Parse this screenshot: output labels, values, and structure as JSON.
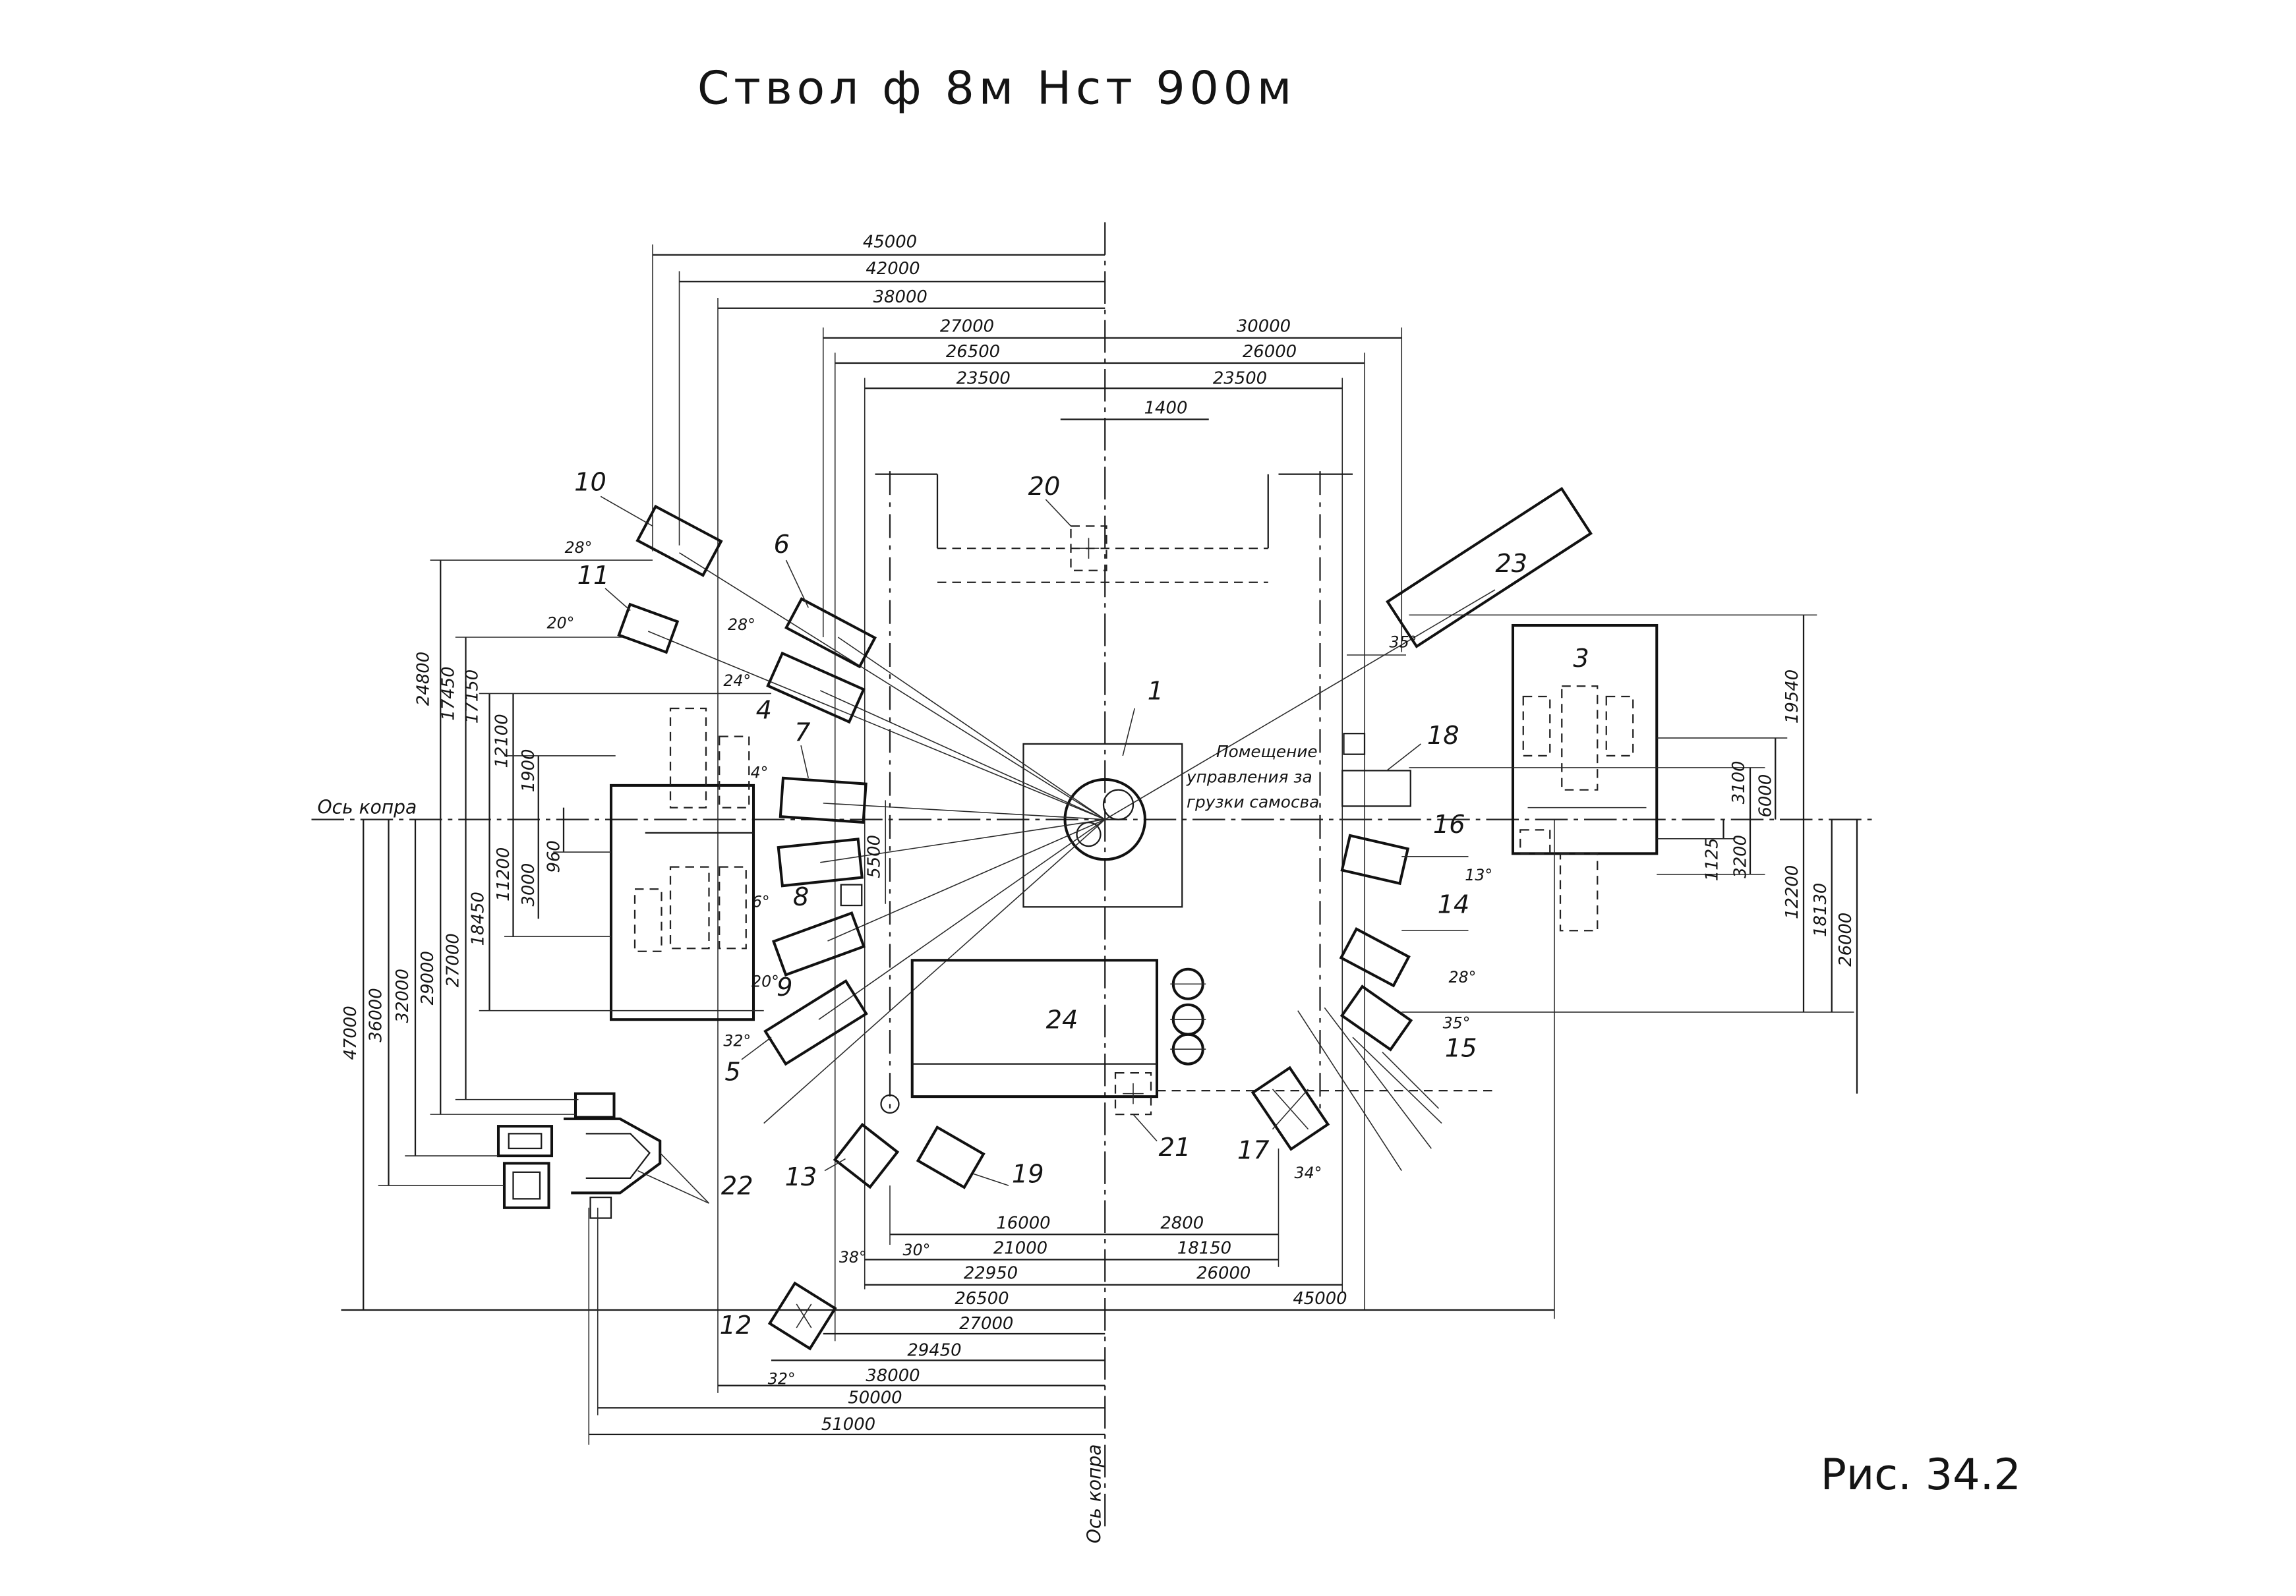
{
  "title": "Ствол ф 8м  Нст 900м",
  "figure_label": "Рис. 34.2",
  "axis_labels": {
    "horizontal": "Ось копра",
    "vertical": "Ось копра"
  },
  "room_label": [
    "Помещение",
    "управления за",
    "грузки самосва"
  ],
  "equipment_labels": {
    "1": "1",
    "3": "3",
    "4": "4",
    "5": "5",
    "6": "6",
    "7": "7",
    "8": "8",
    "9": "9",
    "10": "10",
    "11": "11",
    "12": "12",
    "13": "13",
    "14": "14",
    "15": "15",
    "16": "16",
    "17": "17",
    "18": "18",
    "19": "19",
    "20": "20",
    "21": "21",
    "22": "22",
    "23": "23",
    "24": "24"
  },
  "angles": {
    "b10": "28°",
    "b11": "20°",
    "b6": "28°",
    "b4": "24°",
    "b7": "4°",
    "b8": "6°",
    "b9": "20°",
    "b5": "32°",
    "b23": "35°",
    "b16": "13°",
    "b14": "28°",
    "b15": "35°",
    "b17": "34°",
    "b19": "30°",
    "b13": "38°",
    "b12": "32°"
  },
  "dimensions": {
    "top": [
      "45000",
      "42000",
      "38000",
      "27000",
      "26500",
      "23500",
      "30000",
      "26000",
      "23500",
      "1400"
    ],
    "left": [
      "24800",
      "17450",
      "17150",
      "12100",
      "1900",
      "960",
      "3000",
      "11200",
      "18450",
      "27000",
      "29000",
      "32000",
      "36000",
      "47000"
    ],
    "right": [
      "19540",
      "3100",
      "6000",
      "1125",
      "3200",
      "12200",
      "18130",
      "26000"
    ],
    "bottom": [
      "16000",
      "2800",
      "21000",
      "18150",
      "22950",
      "26000",
      "26500",
      "45000",
      "27000",
      "29450",
      "38000",
      "50000",
      "51000"
    ],
    "inner": [
      "5500"
    ]
  }
}
